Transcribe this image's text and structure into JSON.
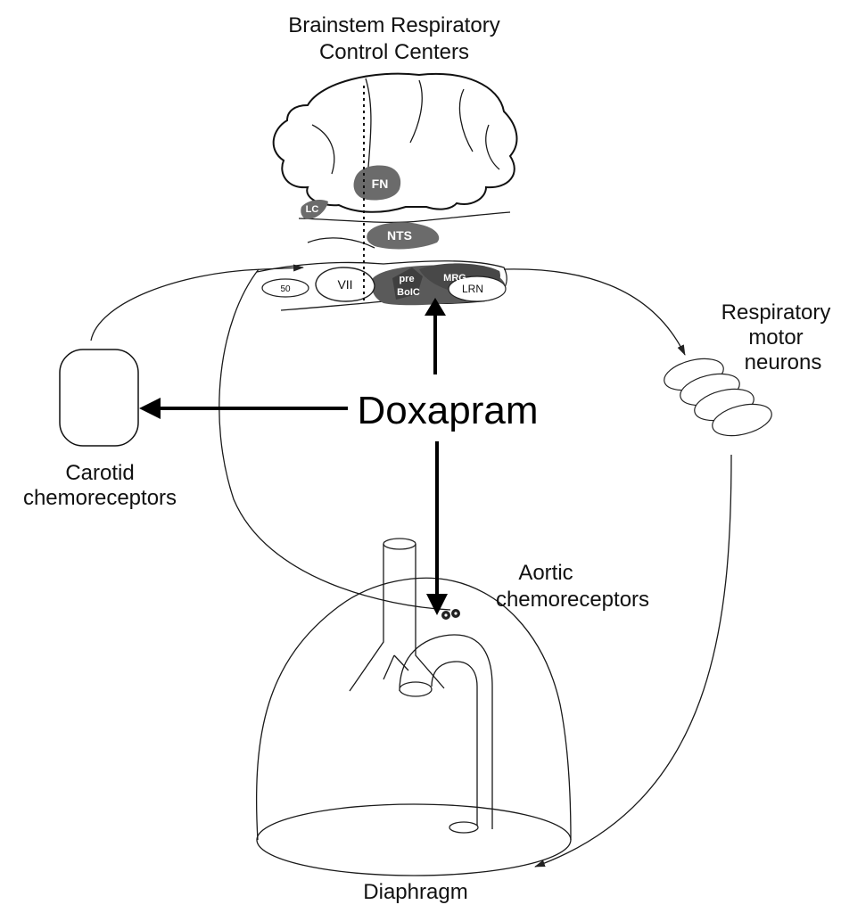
{
  "figure": {
    "title_line1": "Brainstem Respiratory",
    "title_line2": "Control Centers",
    "drug": "Doxapram",
    "carotid_line1": "Carotid",
    "carotid_line2": "chemoreceptors",
    "aortic_line1": "Aortic",
    "aortic_line2": "chemoreceptors",
    "motor_line1": "Respiratory",
    "motor_line2": "motor",
    "motor_line3": "neurons",
    "diaphragm": "Diaphragm"
  },
  "brain_regions": {
    "fn": "FN",
    "lc": "LC",
    "nts": "NTS",
    "vii": "VII",
    "n50": "50",
    "pre": "pre",
    "boic": "BoIC",
    "mrg": "MRG",
    "lrn": "LRN"
  },
  "colors": {
    "region_fill": "#6b6b6b",
    "region_dark": "#4a4a4a",
    "arrow": "#000000",
    "line": "#1a1a1a"
  }
}
